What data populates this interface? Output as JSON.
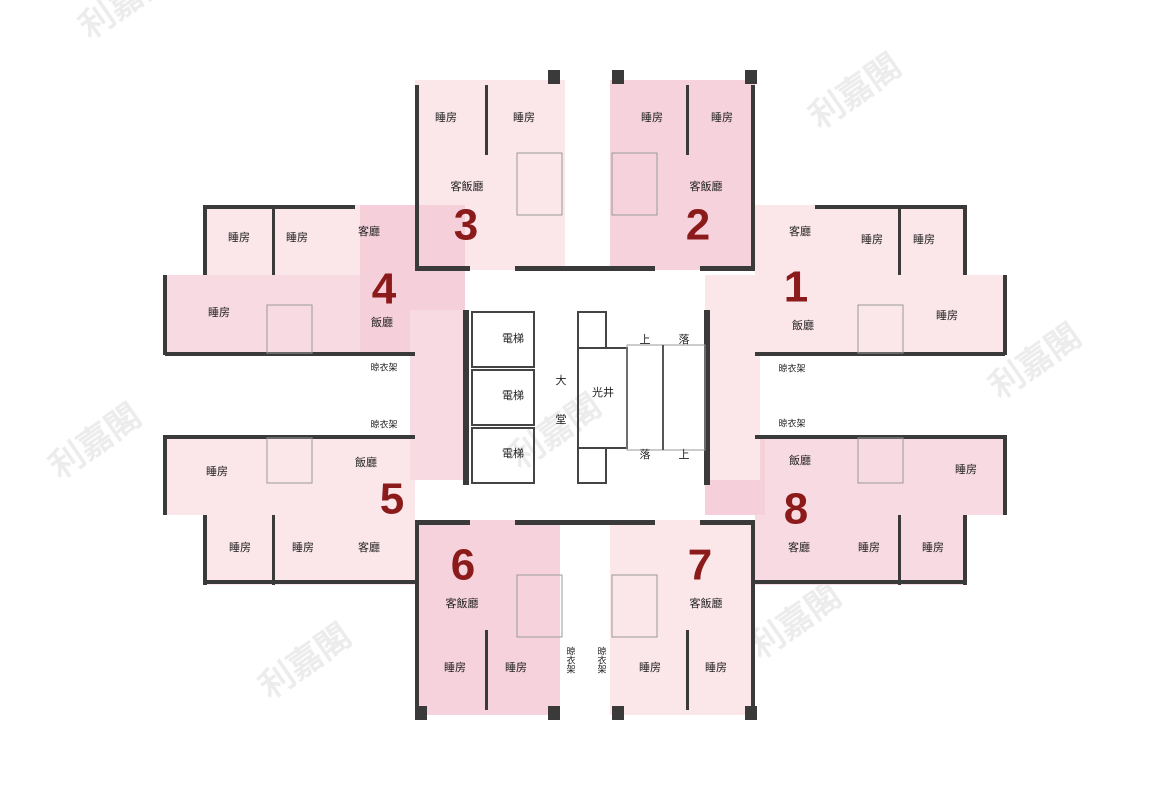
{
  "title": "Floor plan",
  "colors": {
    "unit_light": "#fbe6ea",
    "unit_dark": "#f5cfd9",
    "number": "#8b1a1a",
    "wall": "#3a3a3a"
  },
  "watermark": "利嘉閣",
  "units": {
    "u1": {
      "number": "1",
      "rooms": [
        "客廳",
        "睡房",
        "睡房",
        "睡房",
        "飯廳",
        "晾衣架"
      ]
    },
    "u2": {
      "number": "2",
      "rooms": [
        "睡房",
        "睡房",
        "客飯廳"
      ]
    },
    "u3": {
      "number": "3",
      "rooms": [
        "睡房",
        "睡房",
        "客飯廳"
      ]
    },
    "u4": {
      "number": "4",
      "rooms": [
        "睡房",
        "睡房",
        "客廳",
        "睡房",
        "飯廳",
        "晾衣架"
      ]
    },
    "u5": {
      "number": "5",
      "rooms": [
        "晾衣架",
        "睡房",
        "飯廳",
        "睡房",
        "睡房",
        "客廳"
      ]
    },
    "u6": {
      "number": "6",
      "rooms": [
        "客飯廳",
        "睡房",
        "睡房",
        "晾衣架"
      ]
    },
    "u7": {
      "number": "7",
      "rooms": [
        "客飯廳",
        "睡房",
        "睡房",
        "晾衣架"
      ]
    },
    "u8": {
      "number": "8",
      "rooms": [
        "晾衣架",
        "飯廳",
        "睡房",
        "客廳",
        "睡房",
        "睡房"
      ]
    }
  },
  "core": {
    "lift": "電梯",
    "lobby_1": "大",
    "lobby_2": "堂",
    "lightwell": "光井",
    "up": "上",
    "down": "落"
  }
}
